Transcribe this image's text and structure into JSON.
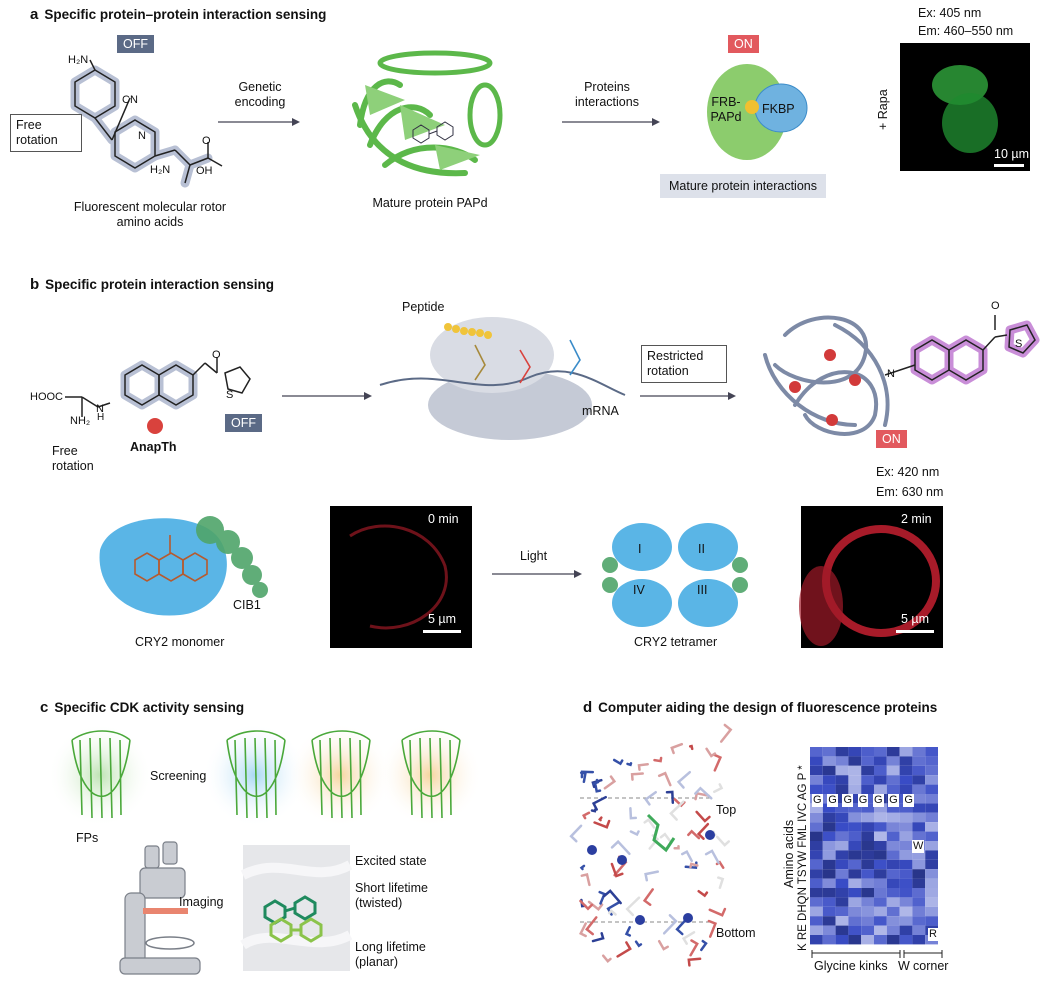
{
  "panel_a": {
    "letter": "a",
    "title": "Specific protein–protein interaction sensing",
    "off_tag": "OFF",
    "free_rotation": "Free rotation",
    "chem_labels": {
      "h2n": "H₂N",
      "cn": "CN",
      "n": "N",
      "nh2": "H₂N",
      "o": "O",
      "oh": "OH"
    },
    "caption_rotor": "Fluorescent molecular rotor amino acids",
    "arrow1": "Genetic encoding",
    "caption_protein": "Mature protein PAPd",
    "arrow2": "Proteins interactions",
    "on_tag": "ON",
    "frb": "FRB- PAPd",
    "fkbp": "FKBP",
    "mature_interactions": "Mature protein interactions",
    "ex": "Ex: 405 nm",
    "em": "Em: 460–550 nm",
    "rapa": "+ Rapa",
    "scale": "10 µm"
  },
  "panel_b": {
    "letter": "b",
    "title": "Specific protein interaction sensing",
    "chem_labels": {
      "hooc": "HOOC",
      "nh2": "NH₂",
      "h": "H",
      "n": "N",
      "o": "O",
      "s": "S"
    },
    "free_rotation": "Free rotation",
    "anapth": "AnapTh",
    "off_tag": "OFF",
    "peptide": "Peptide",
    "mrna": "mRNA",
    "restricted": "Restricted rotation",
    "on_tag": "ON",
    "ex": "Ex: 420 nm",
    "em": "Em: 630 nm",
    "cib1": "CIB1",
    "cry2_monomer": "CRY2 monomer",
    "time0": "0 min",
    "scale0": "5 µm",
    "light": "Light",
    "tetramer_labels": [
      "I",
      "II",
      "IV",
      "III"
    ],
    "cry2_tetramer": "CRY2 tetramer",
    "time2": "2 min",
    "scale2": "5 µm"
  },
  "panel_c": {
    "letter": "c",
    "title": "Specific CDK activity sensing",
    "screening": "Screening",
    "fps": "FPs",
    "imaging": "Imaging",
    "excited": "Excited state",
    "short": "Short lifetime (twisted)",
    "long": "Long lifetime (planar)",
    "colors": {
      "green": "#5cb84a",
      "blue": "#6fb6e6",
      "orange": "#f0b060"
    }
  },
  "panel_d": {
    "letter": "d",
    "title": "Computer aiding the design of fluorescence proteins",
    "top": "Top",
    "bottom": "Bottom",
    "ylabel": "Amino acids",
    "aa_labels": "K RE DHQN TSYW FML IVC AG P *",
    "g_labels": [
      "G",
      "G",
      "G",
      "G",
      "G",
      "G",
      "G"
    ],
    "w_mark": "W",
    "r_mark": "R",
    "x_group1": "Glycine kinks",
    "x_group2": "W",
    "x_group3": "corner"
  }
}
